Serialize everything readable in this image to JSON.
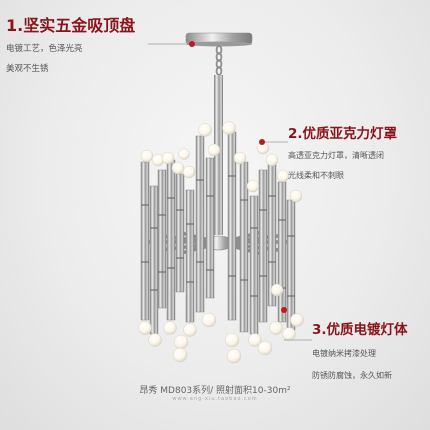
{
  "callouts": [
    {
      "title": "1.坚实五金吸顶盘",
      "lines": [
        "电镀工艺，色泽光亮",
        "美观不生锈"
      ]
    },
    {
      "title": "2.优质亚克力灯罩",
      "lines": [
        "高透亚克力灯罩，清晰透闭",
        "光线柔和不刺眼"
      ]
    },
    {
      "title": "3.优质电镀灯体",
      "lines": [
        "电镀纳米拷漆处理",
        "防锈防腐蚀，永久如新"
      ]
    }
  ],
  "caption": "昂秀 MD803系列/ 照射面积10-30m²",
  "watermark": "www.ang-xiu.taobao.com"
}
